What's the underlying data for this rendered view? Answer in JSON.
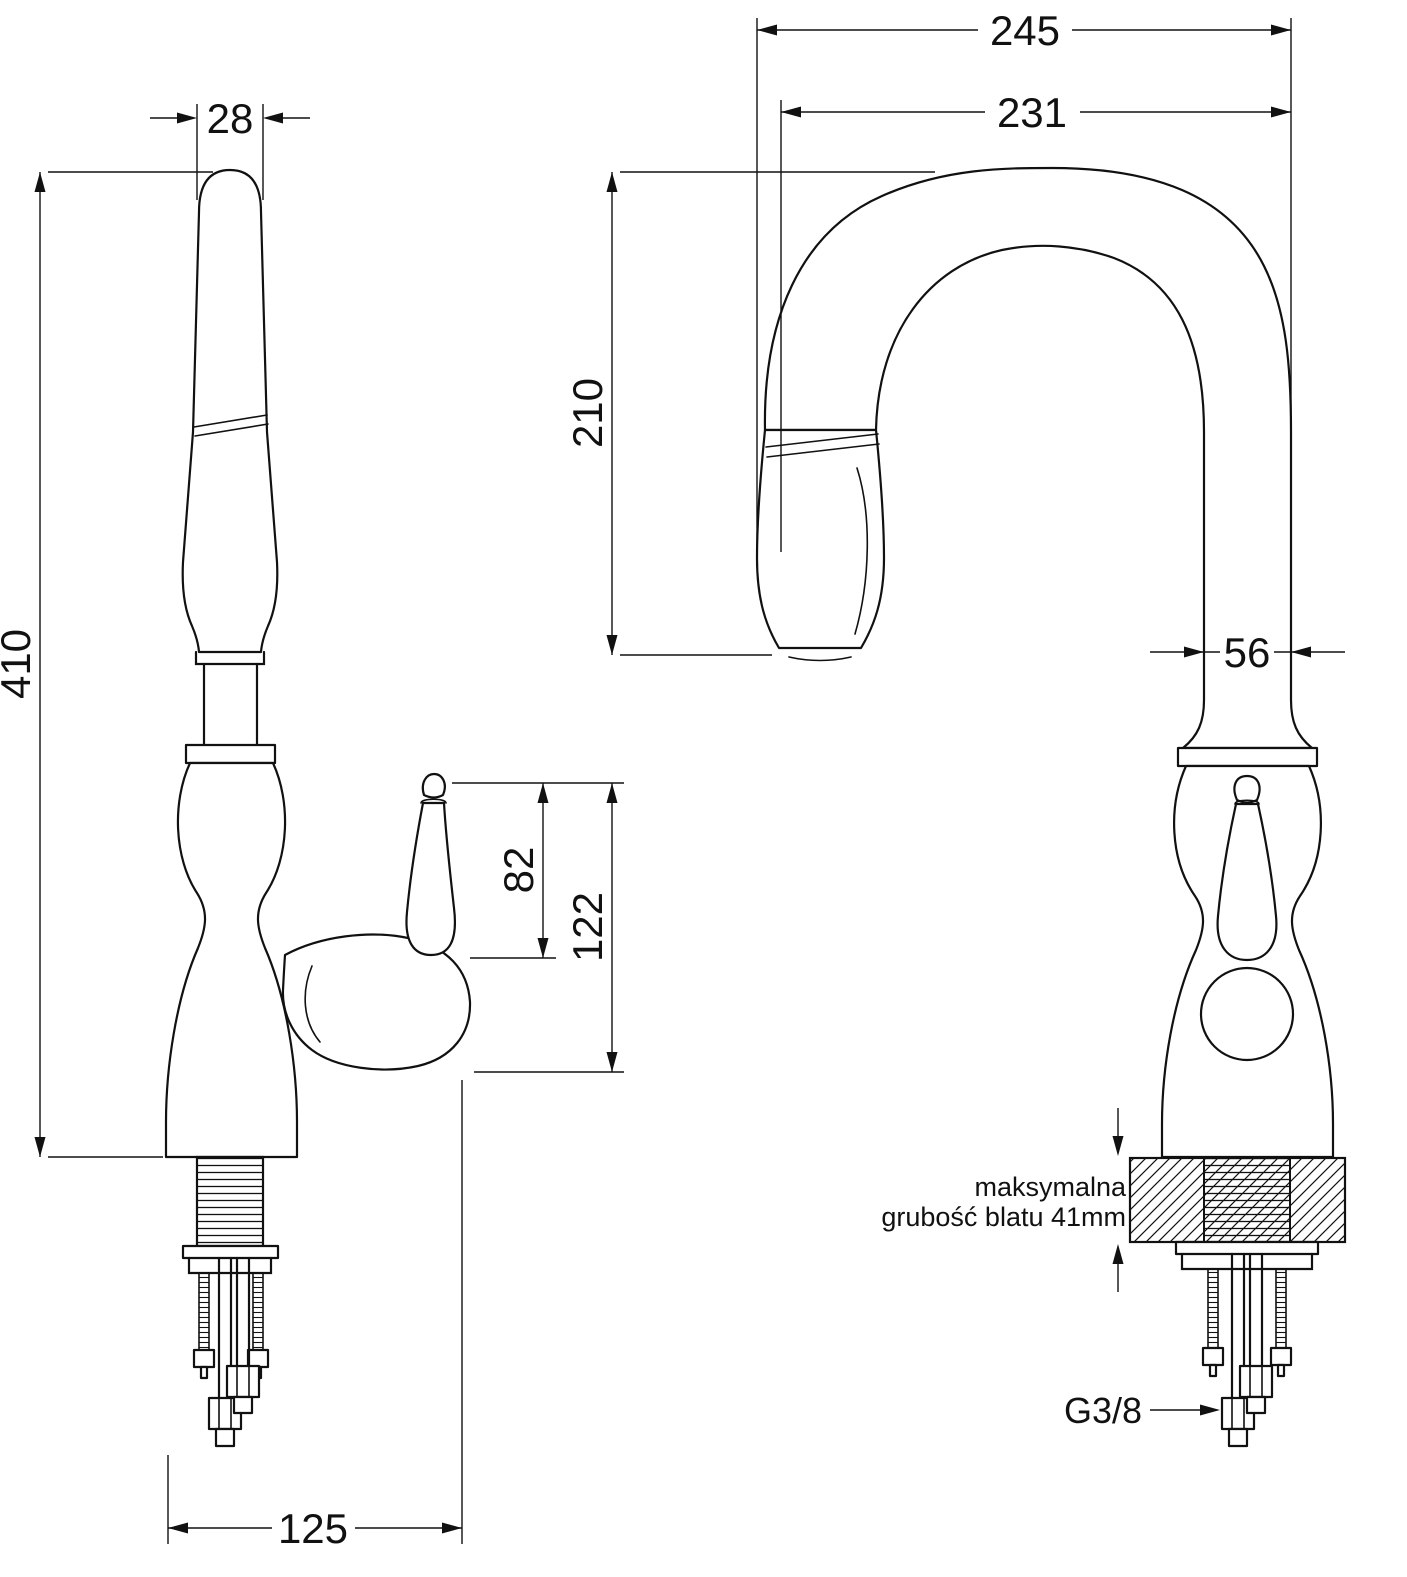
{
  "left_view": {
    "dim_spout_top_width": "28",
    "dim_total_height": "410",
    "dim_lever_top_height": "82",
    "dim_handle_height": "122",
    "dim_base_depth": "125"
  },
  "right_view": {
    "dim_overall_reach": "245",
    "dim_inner_reach": "231",
    "dim_spout_height": "210",
    "dim_body_width": "56",
    "countertop_note_line1": "maksymalna",
    "countertop_note_line2": "grubość blatu 41mm",
    "dim_thread_size": "G3/8"
  }
}
